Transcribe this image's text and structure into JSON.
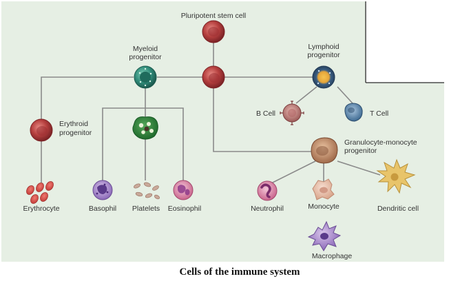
{
  "caption": "Cells of the immune system",
  "labels": {
    "pluripotent": "Pluripotent stem cell",
    "myeloid_1": "Myeloid",
    "myeloid_2": "progenitor",
    "lymphoid_1": "Lymphoid",
    "lymphoid_2": "progenitor",
    "erythroid_1": "Erythroid",
    "erythroid_2": "progenitor",
    "b_cell": "B Cell",
    "t_cell": "T Cell",
    "granulocyte_1": "Granulocyte-monocyte",
    "granulocyte_2": "progenitor",
    "erythrocyte": "Erythrocyte",
    "basophil": "Basophil",
    "platelets": "Platelets",
    "eosinophil": "Eosinophil",
    "neutrophil": "Neutrophil",
    "monocyte": "Monocyte",
    "macrophage": "Macrophage",
    "dendritic": "Dendritic cell"
  },
  "colors": {
    "panel": "#e6efe4",
    "line": "#8a8a8a",
    "stem_cell": "#a8353a",
    "myeloid": "#2f8a78",
    "lymphoid": "#2f4a6a",
    "erythrocyte": "#d9534f",
    "platelet": "#c9a99a",
    "dendritic": "#e8c46a"
  }
}
